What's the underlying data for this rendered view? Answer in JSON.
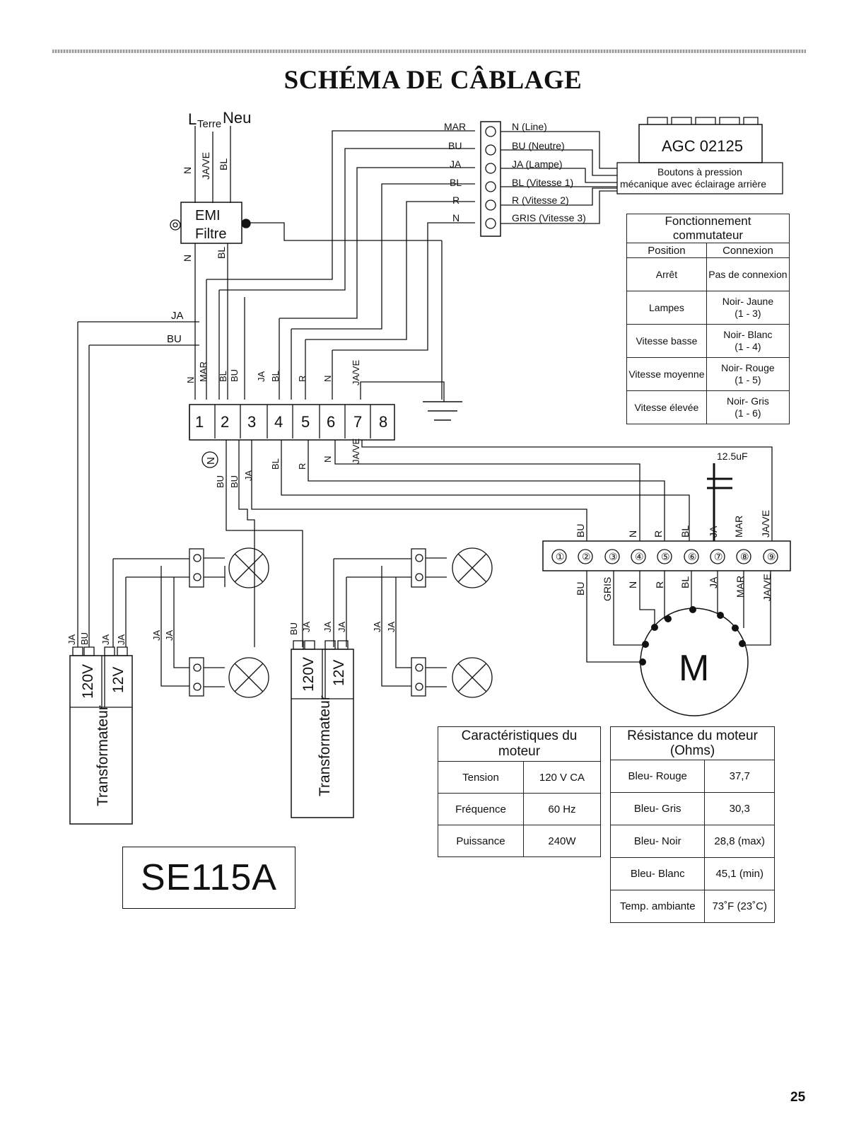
{
  "title": "SCHÉMA DE CÂBLAGE",
  "page_number": "25",
  "model": "SE115A",
  "supply": {
    "l": "L",
    "terre": "Terre",
    "neu": "Neu"
  },
  "emi": {
    "line1": "EMI",
    "line2": "Filtre"
  },
  "wires": {
    "n": "N",
    "jave": "JA/VE",
    "bl": "BL",
    "ja": "JA",
    "bu": "BU",
    "mar": "MAR",
    "r": "R",
    "gris": "GRIS"
  },
  "connector": {
    "left": [
      "MAR",
      "BU",
      "JA",
      "BL",
      "R",
      "N"
    ],
    "right": [
      "N (Line)",
      "BU (Neutre)",
      "JA (Lampe)",
      "BL (Vitesse 1)",
      "R (Vitesse 2)",
      "GRIS (Vitesse 3)"
    ]
  },
  "switch_module": {
    "model": "AGC 02125",
    "line1": "Boutons à pression",
    "line2": "mécanique avec éclairage arrière"
  },
  "terminal_block": [
    "1",
    "2",
    "3",
    "4",
    "5",
    "6",
    "7",
    "8"
  ],
  "neutral_mark": "N",
  "capacitor": "12.5uF",
  "motor_terminals": [
    "①",
    "②",
    "③",
    "④",
    "⑤",
    "⑥",
    "⑦",
    "⑧",
    "⑨"
  ],
  "motor_wires_top": [
    "BU",
    "N",
    "R",
    "BL",
    "JA",
    "MAR",
    "JA/VE"
  ],
  "motor_wires_bottom": [
    "BU",
    "GRIS",
    "N",
    "R",
    "BL",
    "JA",
    "MAR",
    "JA/VE"
  ],
  "motor_label": "M",
  "transformer": {
    "v120": "120V",
    "v12": "12V",
    "label": "Transformateur"
  },
  "switch_table": {
    "title": "Fonctionnement commutateur",
    "headers": [
      "Position",
      "Connexion"
    ],
    "rows": [
      {
        "position": "Arrêt",
        "c1": "Pas de connexion",
        "c2": ""
      },
      {
        "position": "Lampes",
        "c1": "Noir- Jaune",
        "c2": "(1 - 3)"
      },
      {
        "position": "Vitesse basse",
        "c1": "Noir- Blanc",
        "c2": "(1 - 4)"
      },
      {
        "position": "Vitesse moyenne",
        "c1": "Noir- Rouge",
        "c2": "(1 - 5)"
      },
      {
        "position": "Vitesse élevée",
        "c1": "Noir- Gris",
        "c2": "(1 - 6)"
      }
    ]
  },
  "motor_characteristics": {
    "title": "Caractéristiques du moteur",
    "rows": [
      [
        "Tension",
        "120 V CA"
      ],
      [
        "Fréquence",
        "60 Hz"
      ],
      [
        "Puissance",
        "240W"
      ]
    ]
  },
  "motor_resistance": {
    "title1": "Résistance du moteur",
    "title2": "(Ohms)",
    "rows": [
      [
        "Bleu- Rouge",
        "37,7"
      ],
      [
        "Bleu- Gris",
        "30,3"
      ],
      [
        "Bleu- Noir",
        "28,8 (max)"
      ],
      [
        "Bleu- Blanc",
        "45,1 (min)"
      ],
      [
        "Temp. ambiante",
        "73˚F (23˚C)"
      ]
    ]
  }
}
